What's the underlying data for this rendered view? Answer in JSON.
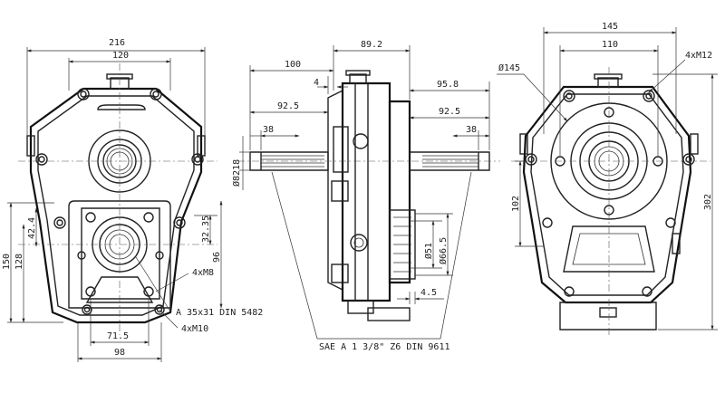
{
  "front_view": {
    "dims": {
      "w216": "216",
      "w120": "120",
      "h150": "150",
      "h128": "128",
      "h42_4": "42.4",
      "h32_35": "32.35",
      "h96": "96",
      "w71_5": "71.5",
      "w98": "98"
    },
    "notes": {
      "bolts_m8": "4xM8",
      "spline_a": "A 35x31 DIN 5482",
      "bolts_m10": "4xM10"
    }
  },
  "side_view": {
    "dims": {
      "w89_2": "89.2",
      "l100": "100",
      "l4": "4",
      "l92_5_left": "92.5",
      "l38_left": "38",
      "dia_shaft": "Ø8218",
      "l95_8": "95.8",
      "l92_5_right": "92.5",
      "l38_right": "38",
      "dia51": "Ø51",
      "dia66_5": "Ø66.5",
      "l4_5": "4.5"
    },
    "notes": {
      "sae": "SAE A 1 3/8\" Z6 DIN 9611"
    }
  },
  "rear_view": {
    "dims": {
      "w145": "145",
      "w110": "110",
      "dia145": "Ø145",
      "bolts_m12": "4xM12",
      "h102": "102",
      "h302": "302"
    }
  }
}
